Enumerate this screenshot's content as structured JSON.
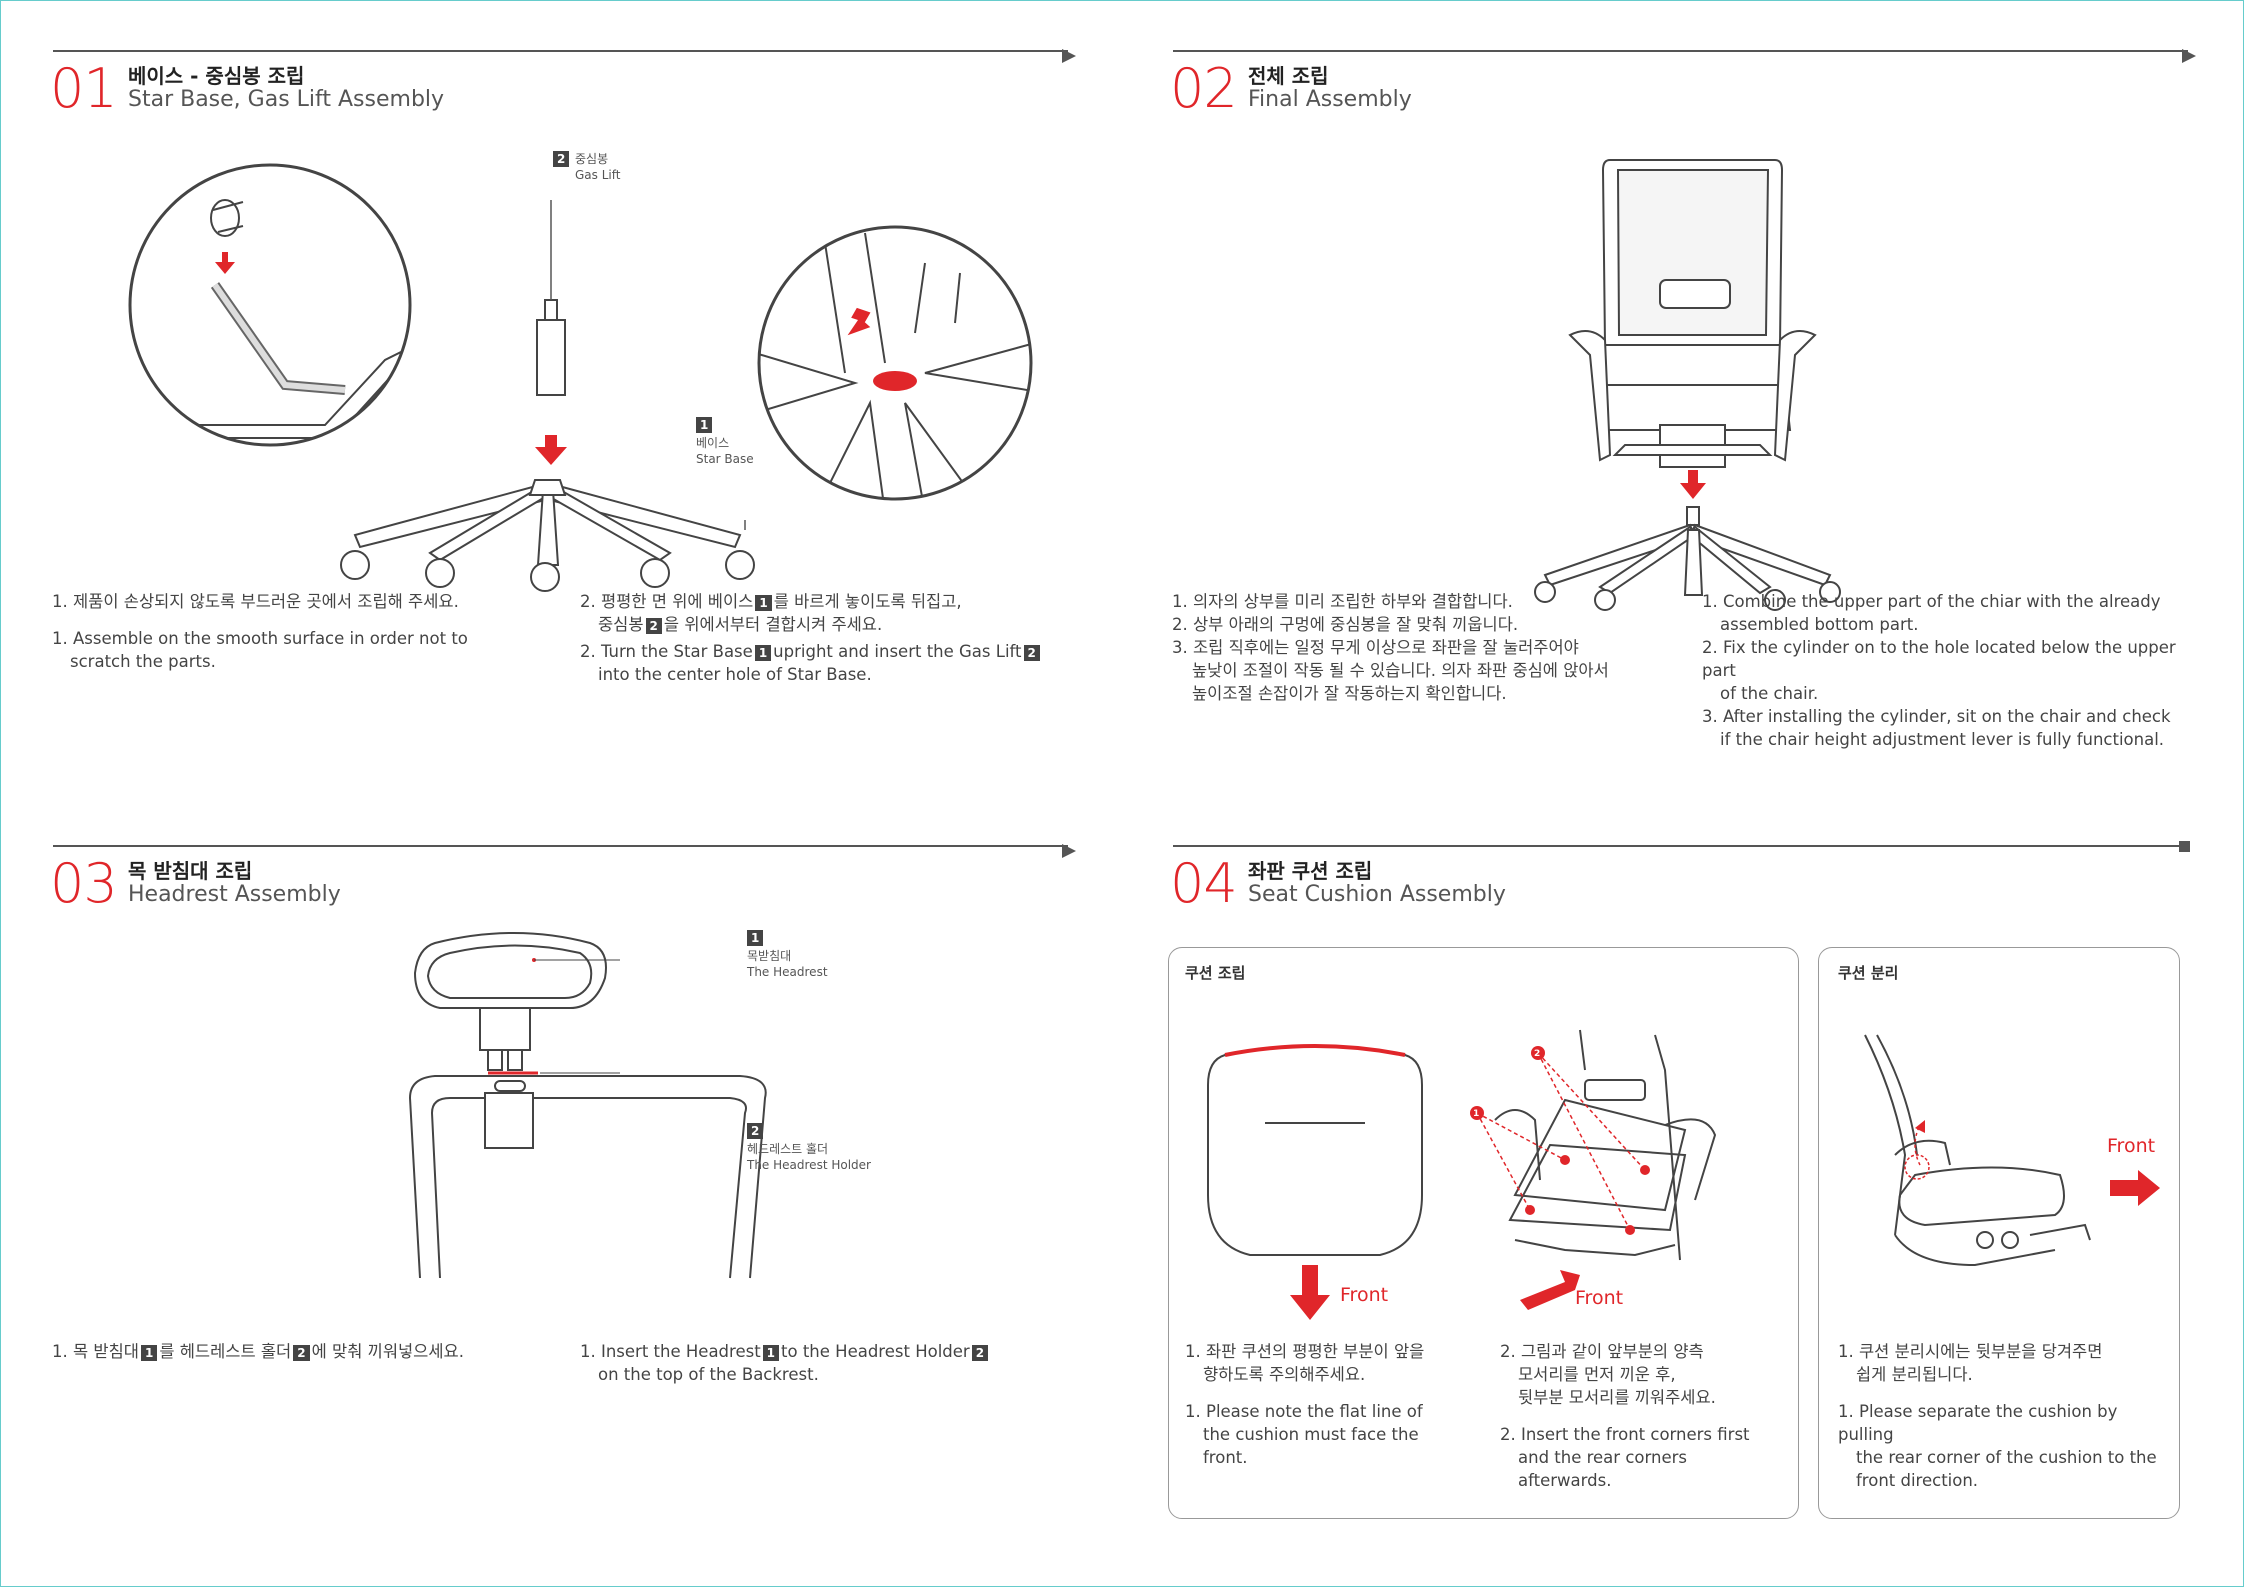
{
  "colors": {
    "accent": "#e0262a",
    "line": "#555555",
    "frame": "#66cccc"
  },
  "sections": [
    {
      "number": "01",
      "title_ko": "베이스 - 중심봉 조립",
      "title_en": "Star Base, Gas Lift Assembly",
      "labels": {
        "gas_lift": {
          "num": "2",
          "ko": "중심봉",
          "en": "Gas Lift"
        },
        "star_base": {
          "num": "1",
          "ko": "베이스",
          "en": "Star Base"
        }
      },
      "step1_ko": "1. 제품이 손상되지 않도록 부드러운 곳에서 조립해 주세요.",
      "step1_en_a": "1. Assemble on the smooth surface in order not to",
      "step1_en_b": "scratch the parts.",
      "step2_ko_a": "2. 평평한 면 위에 베이스",
      "step2_ko_b": "를 바르게 놓이도록 뒤집고,",
      "step2_ko_c": "중심봉",
      "step2_ko_d": "을 위에서부터 결합시켜 주세요.",
      "step2_en_a": "2. Turn the Star Base",
      "step2_en_b": "upright and insert  the Gas Lift",
      "step2_en_c": "into the center hole of Star Base."
    },
    {
      "number": "02",
      "title_ko": "전체 조립",
      "title_en": "Final Assembly",
      "steps_ko": [
        "1. 의자의 상부를 미리 조립한 하부와 결합합니다.",
        "2. 상부 아래의 구멍에 중심봉을 잘 맞춰 끼웁니다.",
        "3. 조립 직후에는 일정 무게 이상으로 좌판을 잘 눌러주어야",
        "높낮이 조절이 작동 될 수 있습니다. 의자 좌판 중심에 앉아서",
        "높이조절 손잡이가 잘 작동하는지 확인합니다."
      ],
      "steps_en": [
        "1. Combine the upper part of the chiar with the already",
        "assembled bottom part.",
        "2. Fix the cylinder on to the hole located below the upper part",
        "of the chair.",
        "3. After installing the cylinder, sit on the chair and check",
        "if the chair height adjustment lever is fully functional."
      ]
    },
    {
      "number": "03",
      "title_ko": "목 받침대 조립",
      "title_en": "Headrest Assembly",
      "labels": {
        "headrest": {
          "num": "1",
          "ko": "목받침대",
          "en": "The Headrest"
        },
        "holder": {
          "num": "2",
          "ko": "헤드레스트 홀더",
          "en": "The Headrest Holder"
        }
      },
      "step_ko_a": "1. 목 받침대",
      "step_ko_b": "를 헤드레스트 홀더",
      "step_ko_c": "에 맞춰 끼워넣으세요.",
      "step_en_a": "1. Insert the Headrest",
      "step_en_b": "to the Headrest Holder",
      "step_en_c": "on the top of the Backrest."
    },
    {
      "number": "04",
      "title_ko": "좌판 쿠션 조립",
      "title_en": "Seat Cushion Assembly",
      "box1_title": "쿠션 조립",
      "box2_title": "쿠션 분리",
      "front": "Front",
      "markers": {
        "m1": "1",
        "m2": "2"
      },
      "c1_ko": [
        "1. 좌판 쿠션의 평평한 부분이 앞을",
        "향하도록 주의해주세요."
      ],
      "c1_en": [
        "1. Please note the flat line of",
        "the cushion must face the",
        "front."
      ],
      "c2_ko": [
        "2. 그림과 같이 앞부분의 양측",
        "모서리를 먼저 끼운 후,",
        "뒷부분 모서리를 끼워주세요."
      ],
      "c2_en": [
        "2. Insert the front corners first",
        "and the rear corners",
        "afterwards."
      ],
      "c3_ko": [
        "1. 쿠션 분리시에는 뒷부분을 당겨주면",
        "쉽게 분리됩니다."
      ],
      "c3_en": [
        "1. Please separate the cushion by pulling",
        "the rear corner of the cushion to the",
        "front direction."
      ]
    }
  ]
}
